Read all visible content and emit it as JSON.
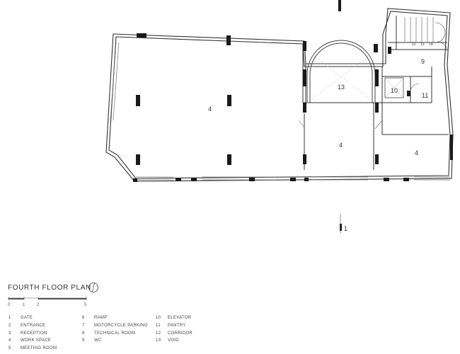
{
  "plan": {
    "title": "FOURTH FLOOR PLAN",
    "section_marker": "1",
    "room_labels": [
      {
        "id": "main-work-space",
        "text": "4"
      },
      {
        "id": "center-work-space",
        "text": "4"
      },
      {
        "id": "right-work-space",
        "text": "4"
      },
      {
        "id": "void",
        "text": "13"
      },
      {
        "id": "elevator",
        "text": "10"
      },
      {
        "id": "pantry",
        "text": "11"
      },
      {
        "id": "wc",
        "text": "9"
      },
      {
        "id": "stair-step-a",
        "text": "12"
      },
      {
        "id": "stair-step-b",
        "text": "13"
      },
      {
        "id": "stair-step-c",
        "text": "14"
      }
    ]
  },
  "scale_bar": {
    "ticks": [
      "0",
      "1",
      "2",
      "5"
    ]
  },
  "legend": {
    "columns": [
      [
        {
          "num": "1",
          "label": "GATE"
        },
        {
          "num": "2",
          "label": "ENTRANCE"
        },
        {
          "num": "3",
          "label": "RECEPTION"
        },
        {
          "num": "4",
          "label": "WORK SPACE"
        },
        {
          "num": "5",
          "label": "MEETING ROOM"
        }
      ],
      [
        {
          "num": "6",
          "label": "RAMP"
        },
        {
          "num": "7",
          "label": "MOTORCYCLE PARKING"
        },
        {
          "num": "8",
          "label": "TECHNICAL ROOM"
        },
        {
          "num": "9",
          "label": "WC"
        }
      ],
      [
        {
          "num": "10",
          "label": "ELEVATOR"
        },
        {
          "num": "11",
          "label": "PANTRY"
        },
        {
          "num": "12",
          "label": "CORRIDOR"
        },
        {
          "num": "13",
          "label": "VOID"
        }
      ]
    ]
  }
}
